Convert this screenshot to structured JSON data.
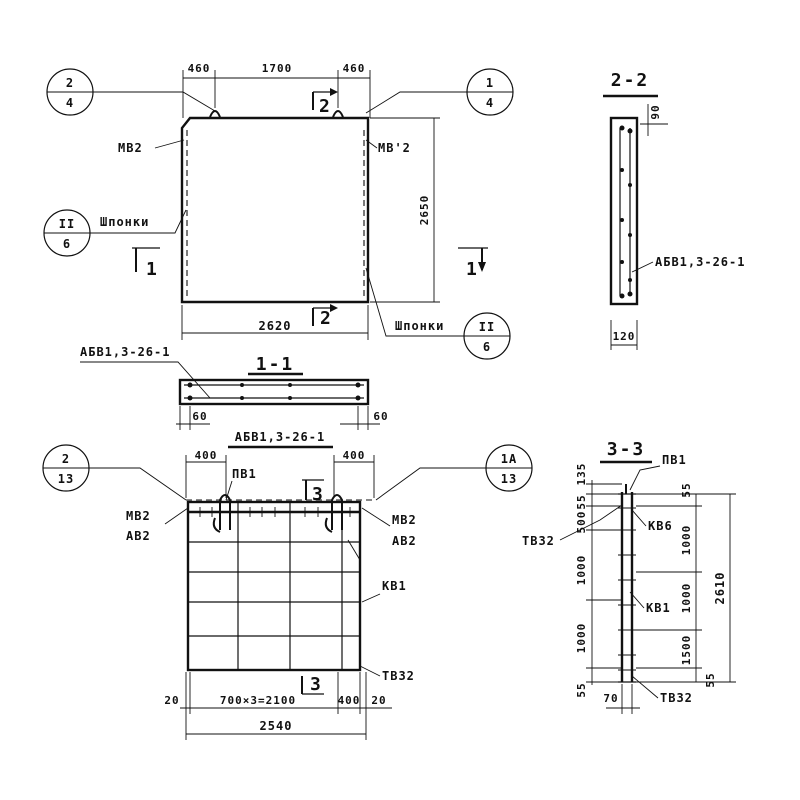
{
  "callouts": {
    "top_left": {
      "num": "2",
      "den": "4"
    },
    "top_right": {
      "num": "1",
      "den": "4"
    },
    "left_mid": {
      "num": "II",
      "den": "6"
    },
    "right_mid": {
      "num": "II",
      "den": "6"
    },
    "bottom_left": {
      "num": "2",
      "den": "13"
    },
    "bottom_right": {
      "num": "1A",
      "den": "13"
    }
  },
  "panel": {
    "dim_left": "460",
    "dim_mid": "1700",
    "dim_right": "460",
    "height": "2650",
    "width": "2620",
    "label_mv_left": "МВ2",
    "label_mv_right": "МВ'2",
    "label_keys_left": "Шпонки",
    "label_keys_right": "Шпонки",
    "cut2_top": "2",
    "cut2_bottom": "2",
    "cut1_left": "1",
    "cut1_right": "1"
  },
  "section_22": {
    "title": "2-2",
    "dim_top": "90",
    "dim_bottom": "120",
    "label": "АБВ1,3-26-1"
  },
  "section_11": {
    "title": "1-1",
    "label": "АБВ1,3-26-1",
    "dim_left": "60",
    "dim_right": "60"
  },
  "reinforcement": {
    "title": "АБВ1,3-26-1",
    "dim_left": "400",
    "dim_right": "400",
    "label_pv": "ПВ1",
    "label_mv_left": "МВ2",
    "label_ab_left": "АВ2",
    "label_mv_right": "МВ2",
    "label_ab_right": "АВ2",
    "label_kv": "КВ1",
    "label_tv": "ТВ32",
    "cut3_top": "3",
    "cut3_bottom": "3",
    "dim_20_left": "20",
    "dim_spacing": "700×3=2100",
    "dim_400_bottom": "400",
    "dim_20_right": "20",
    "width": "2540"
  },
  "section_33": {
    "title": "3-3",
    "label_pv": "ПВ1",
    "label_kv6": "КВ6",
    "label_tv_left": "ТВ32",
    "label_kv1": "КВ1",
    "label_tv_bottom": "ТВ32",
    "dim_l_135": "135",
    "dim_l_55": "55",
    "dim_l_500": "500",
    "dim_l_1000a": "1000",
    "dim_l_1000b": "1000",
    "dim_l_55b": "55",
    "dim_r_55": "55",
    "dim_r_1000a": "1000",
    "dim_r_1000b": "1000",
    "dim_r_1500": "1500",
    "dim_r_55b": "55",
    "dim_total": "2610",
    "dim_bottom": "70"
  }
}
